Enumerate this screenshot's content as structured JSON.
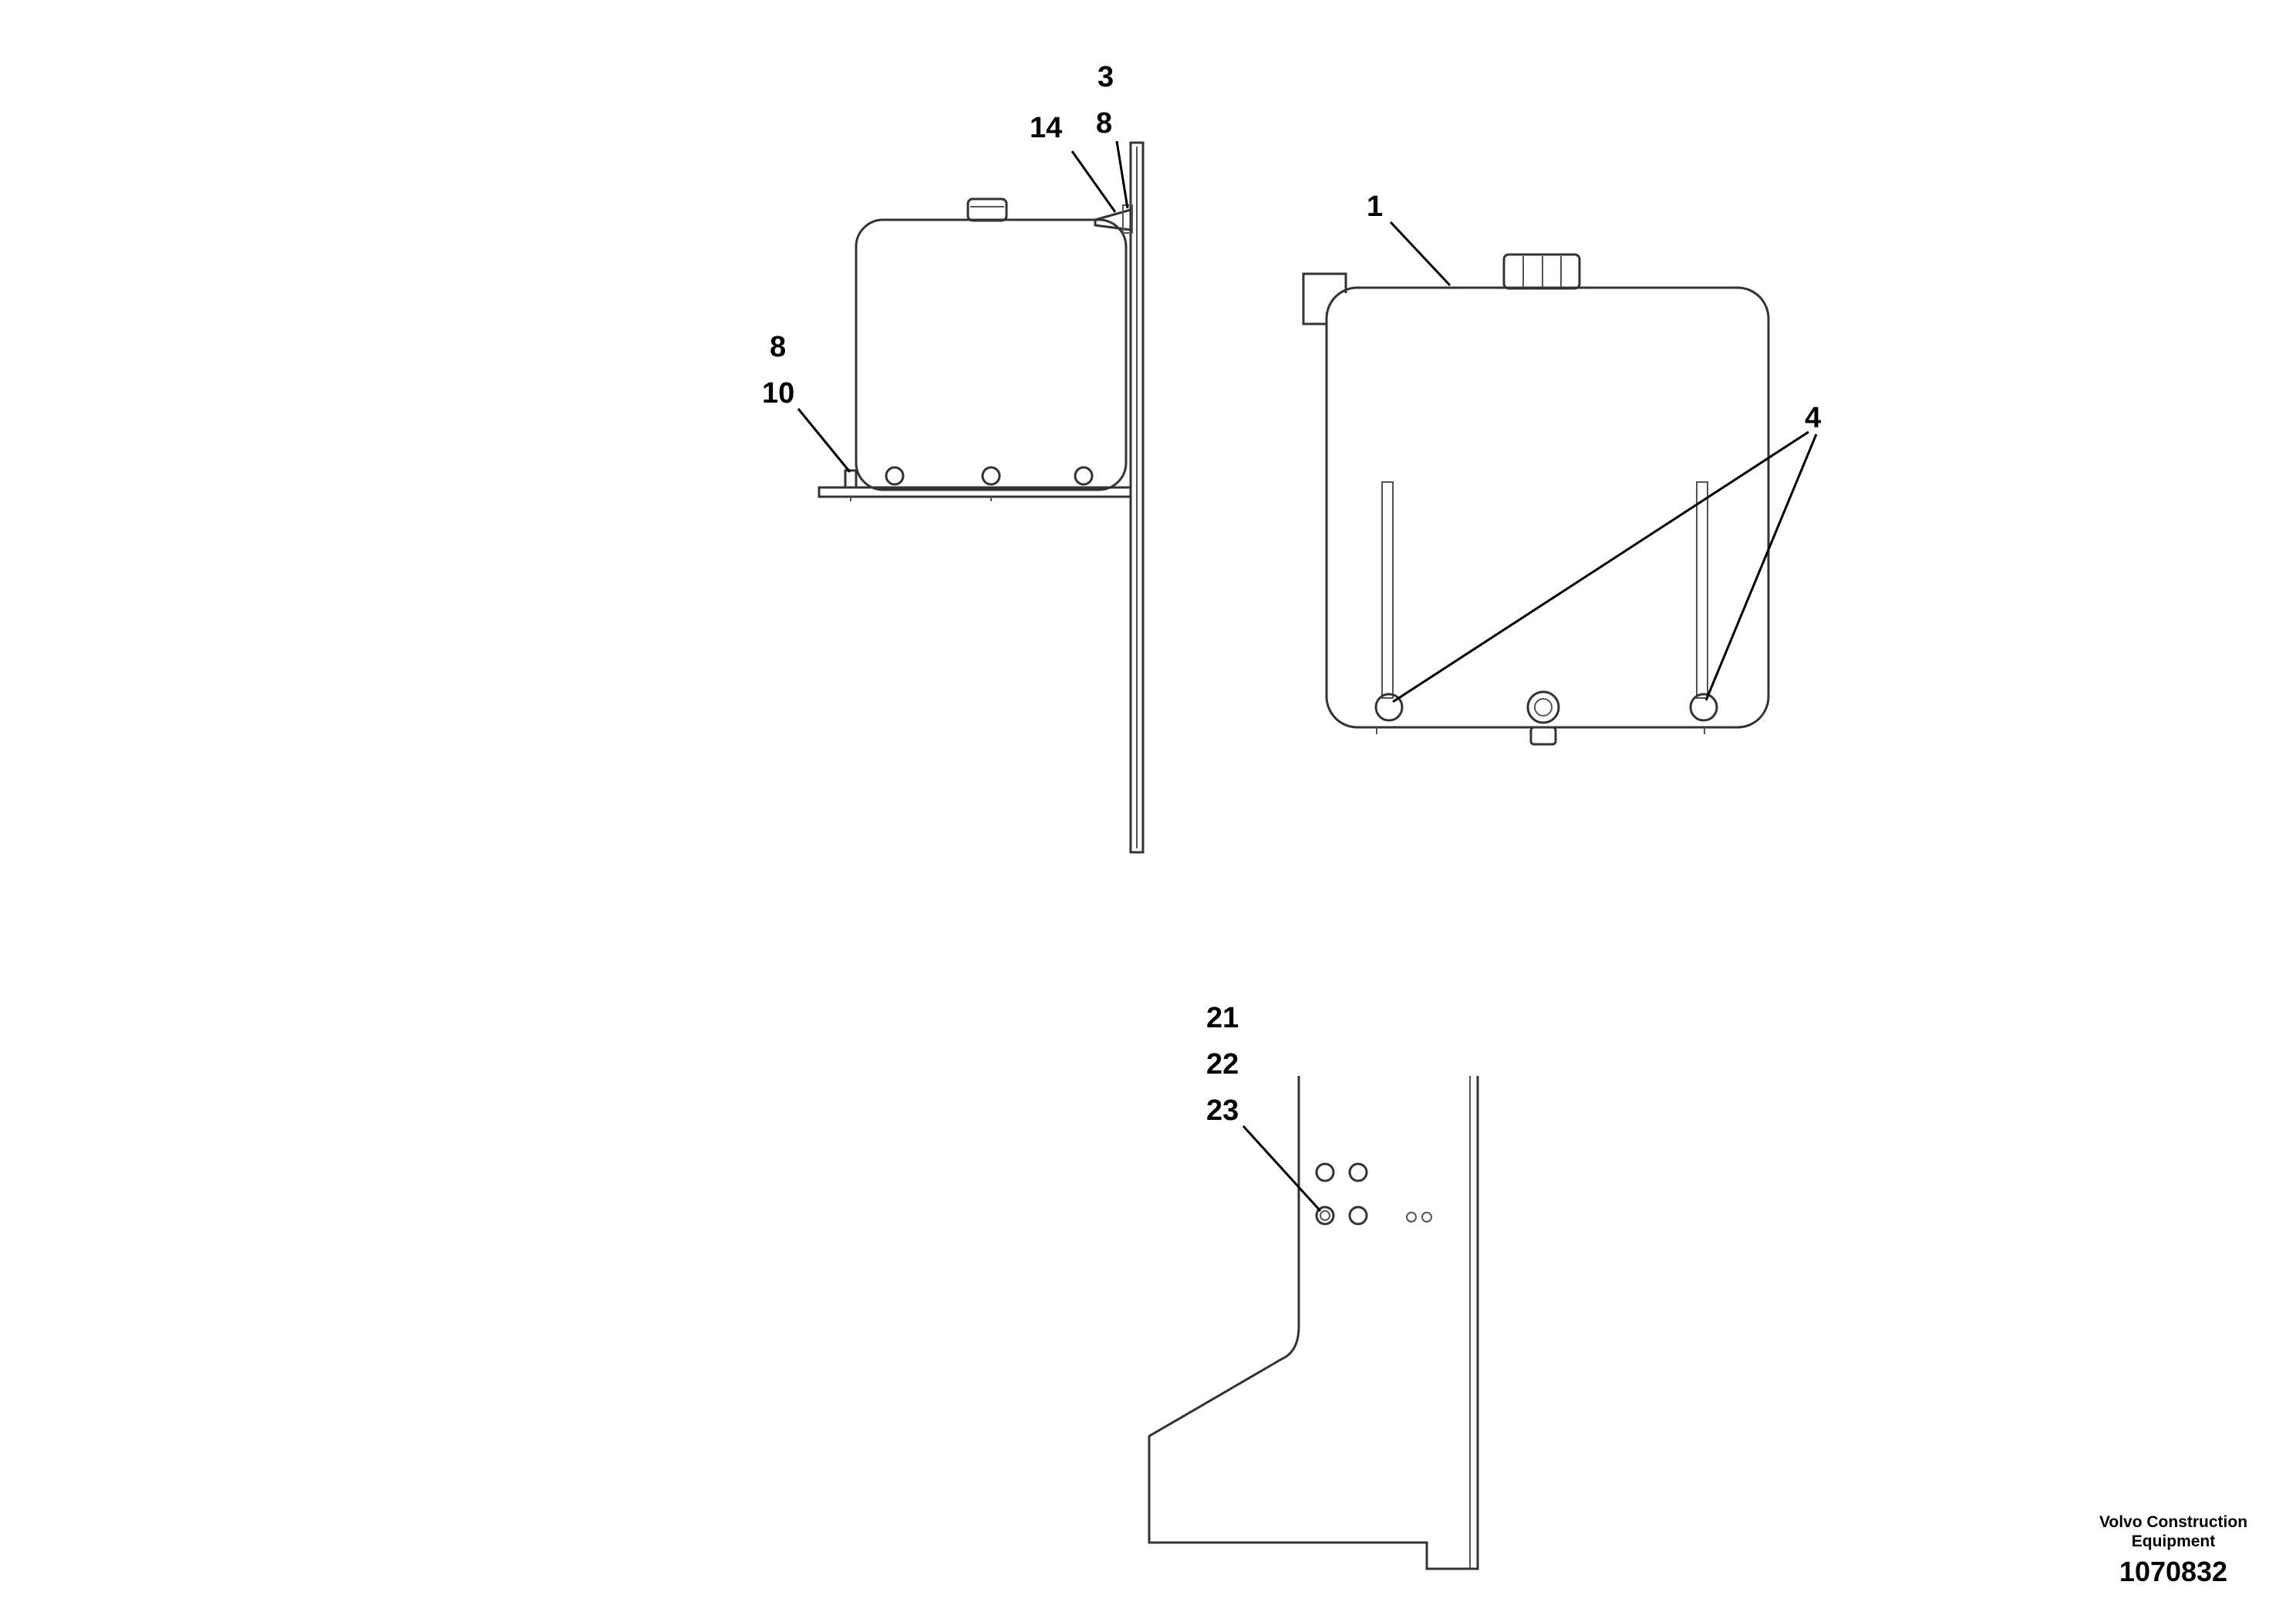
{
  "callouts": [
    {
      "id": "c3",
      "label": "3"
    },
    {
      "id": "c8a",
      "label": "8"
    },
    {
      "id": "c14",
      "label": "14"
    },
    {
      "id": "c1",
      "label": "1"
    },
    {
      "id": "c8b",
      "label": "8"
    },
    {
      "id": "c10",
      "label": "10"
    },
    {
      "id": "c4",
      "label": "4"
    },
    {
      "id": "c21",
      "label": "21"
    },
    {
      "id": "c22",
      "label": "22"
    },
    {
      "id": "c23",
      "label": "23"
    }
  ],
  "footer": {
    "brand_line1": "Volvo Construction",
    "brand_line2": "Equipment",
    "doc_number": "1070832"
  }
}
